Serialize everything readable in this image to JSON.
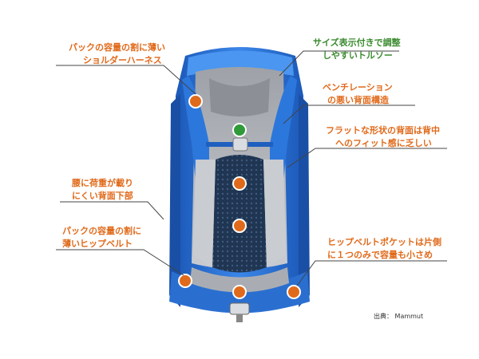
{
  "callouts": {
    "shoulder": {
      "line1": "パックの容量の割に薄い",
      "line2": "ショルダーハーネス"
    },
    "torso": {
      "line1": "サイズ表示付きで調整",
      "line2": "しやすいトルソー"
    },
    "ventilation": {
      "line1": "ベンチレーション",
      "line2": "の悪い背面構造"
    },
    "flat_back": {
      "line1": "フラットな形状の背面は背中",
      "line2": "へのフィット感に乏しい"
    },
    "lumbar": {
      "line1": "腰に荷重が載り",
      "line2": "にくい背面下部"
    },
    "hipbelt": {
      "line1": "パックの容量の割に",
      "line2": "薄いヒップベルト"
    },
    "pocket": {
      "line1": "ヒップベルトポケットは片側",
      "line2": "に１つのみで容量も小さめ"
    }
  },
  "source": "出典： Mammut",
  "colors": {
    "accent_orange": "#e06a1b",
    "accent_green": "#3a8a2e",
    "pack_blue": "#2a6fd0",
    "mesh_gray": "#b9bcc2"
  }
}
